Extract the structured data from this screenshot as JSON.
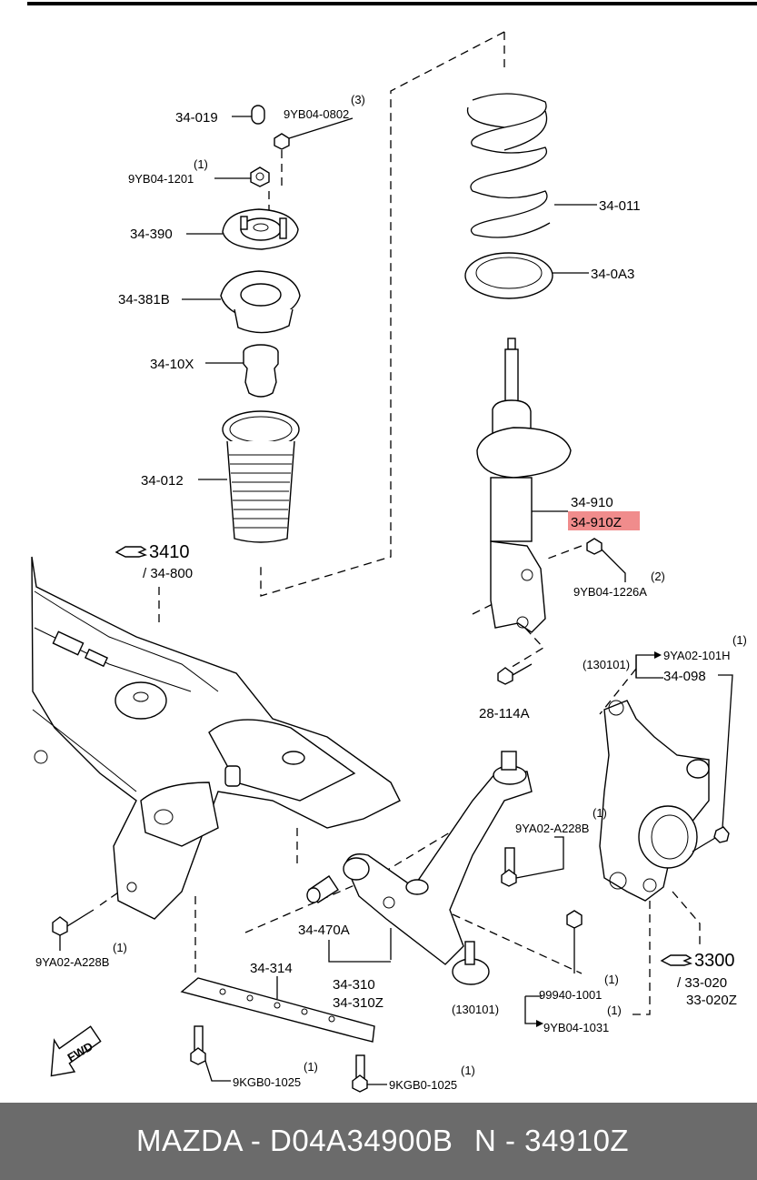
{
  "labels": {
    "l34_019": "34-019",
    "l9yb04_0802": "9YB04-0802",
    "q3": "(3)",
    "q1a": "(1)",
    "l9yb04_1201": "9YB04-1201",
    "l34_390": "34-390",
    "l34_381b": "34-381B",
    "l34_10x": "34-10X",
    "l34_012": "34-012",
    "l34_011": "34-011",
    "l34_0a3": "34-0A3",
    "l34_910": "34-910",
    "l34_910z": "34-910Z",
    "q2": "(2)",
    "l9yb04_1226a": "9YB04-1226A",
    "l3410": "3410",
    "l34_800": "/ 34-800",
    "l28_114a": "28-114A",
    "q1b": "(1)",
    "l130101a": "(130101)",
    "l9ya02_101h": "9YA02-101H",
    "l34_098": "34-098",
    "q1c": "(1)",
    "l9ya02_a228b_r": "9YA02-A228B",
    "q1d": "(1)",
    "l9ya02_a228b_l": "9YA02-A228B",
    "l34_470a": "34-470A",
    "l34_314": "34-314",
    "l34_310": "34-310",
    "l34_310z": "34-310Z",
    "l3300": "3300",
    "l33_020": "/ 33-020",
    "l33_020z": "33-020Z",
    "q1e": "(1)",
    "l99940_1001": "99940-1001",
    "q1f": "(1)",
    "l130101b": "(130101)",
    "l9yb04_1031": "9YB04-1031",
    "q1g": "(1)",
    "l9kgb0_1025a": "9KGB0-1025",
    "q1h": "(1)",
    "l9kgb0_1025b": "9KGB0-1025",
    "fwd": "FWD"
  },
  "highlight_color": "#f08c8c",
  "footer": {
    "brand_part": "MAZDA - D04A34900B",
    "n_part": "N - 34910Z"
  }
}
